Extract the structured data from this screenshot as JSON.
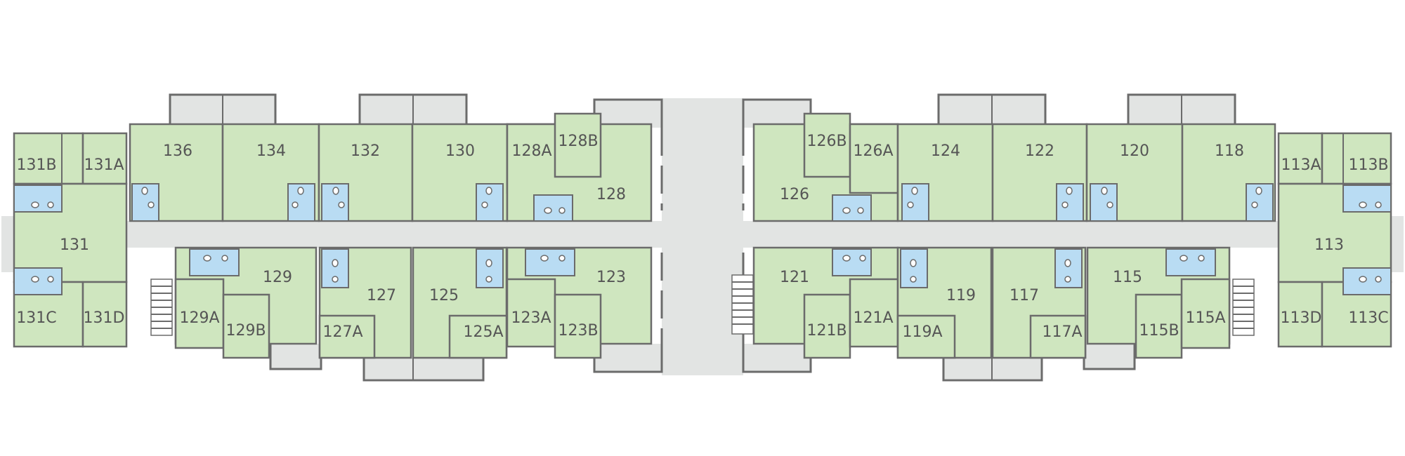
{
  "colors": {
    "room": "#cfe6bf",
    "bath": "#b9dcf3",
    "corridor": "#e2e4e3",
    "wall": "#6b6b6b",
    "label": "#555555"
  },
  "rooms": [
    {
      "id": "r131B",
      "label": "131B"
    },
    {
      "id": "r131A",
      "label": "131A"
    },
    {
      "id": "r131",
      "label": "131"
    },
    {
      "id": "r131C",
      "label": "131C"
    },
    {
      "id": "r131D",
      "label": "131D"
    },
    {
      "id": "r136",
      "label": "136"
    },
    {
      "id": "r134",
      "label": "134"
    },
    {
      "id": "r132",
      "label": "132"
    },
    {
      "id": "r130",
      "label": "130"
    },
    {
      "id": "r128A",
      "label": "128A"
    },
    {
      "id": "r128B",
      "label": "128B"
    },
    {
      "id": "r128",
      "label": "128"
    },
    {
      "id": "r129",
      "label": "129"
    },
    {
      "id": "r129A",
      "label": "129A"
    },
    {
      "id": "r129B",
      "label": "129B"
    },
    {
      "id": "r127",
      "label": "127"
    },
    {
      "id": "r127A",
      "label": "127A"
    },
    {
      "id": "r125",
      "label": "125"
    },
    {
      "id": "r125A",
      "label": "125A"
    },
    {
      "id": "r123",
      "label": "123"
    },
    {
      "id": "r123A",
      "label": "123A"
    },
    {
      "id": "r123B",
      "label": "123B"
    },
    {
      "id": "r126B",
      "label": "126B"
    },
    {
      "id": "r126A",
      "label": "126A"
    },
    {
      "id": "r126",
      "label": "126"
    },
    {
      "id": "r124",
      "label": "124"
    },
    {
      "id": "r122",
      "label": "122"
    },
    {
      "id": "r120",
      "label": "120"
    },
    {
      "id": "r118",
      "label": "118"
    },
    {
      "id": "r113A",
      "label": "113A"
    },
    {
      "id": "r113B",
      "label": "113B"
    },
    {
      "id": "r113",
      "label": "113"
    },
    {
      "id": "r113D",
      "label": "113D"
    },
    {
      "id": "r113C",
      "label": "113C"
    },
    {
      "id": "r121",
      "label": "121"
    },
    {
      "id": "r121B",
      "label": "121B"
    },
    {
      "id": "r121A",
      "label": "121A"
    },
    {
      "id": "r119",
      "label": "119"
    },
    {
      "id": "r119A",
      "label": "119A"
    },
    {
      "id": "r117",
      "label": "117"
    },
    {
      "id": "r117A",
      "label": "117A"
    },
    {
      "id": "r115",
      "label": "115"
    },
    {
      "id": "r115B",
      "label": "115B"
    },
    {
      "id": "r115A",
      "label": "115A"
    }
  ]
}
